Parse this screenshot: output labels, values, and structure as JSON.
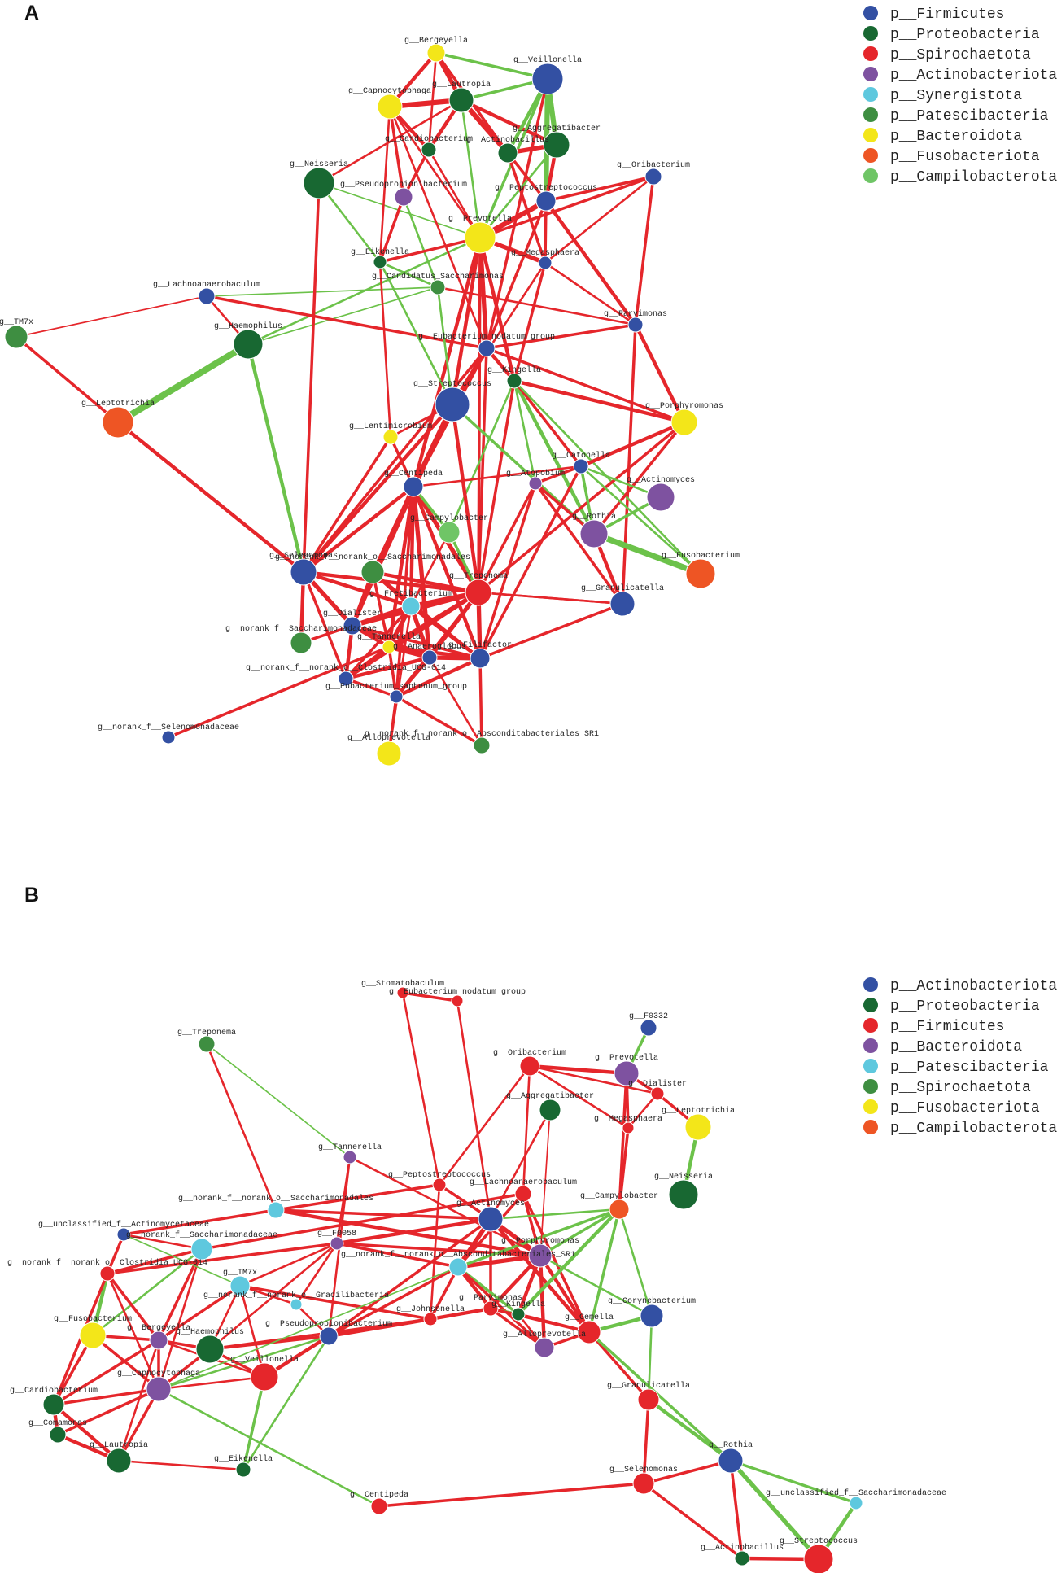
{
  "colors": {
    "positive_edge": "#e5262b",
    "negative_edge": "#6cc24a",
    "blue": "#3350a3",
    "dark_green": "#186832",
    "red": "#e5262b",
    "purple": "#7e52a0",
    "cyan": "#5ec8de",
    "mid_green": "#3e8e41",
    "yellow": "#f3e619",
    "orange": "#ee5524",
    "light_green": "#6fc566"
  },
  "panels": [
    {
      "id": "A",
      "label": "A",
      "legend": [
        {
          "text": "p__Firmicutes",
          "color": "#3350a3"
        },
        {
          "text": "p__Proteobacteria",
          "color": "#186832"
        },
        {
          "text": "p__Spirochaetota",
          "color": "#e5262b"
        },
        {
          "text": "p__Actinobacteriota",
          "color": "#7e52a0"
        },
        {
          "text": "p__Synergistota",
          "color": "#5ec8de"
        },
        {
          "text": "p__Patescibacteria",
          "color": "#3e8e41"
        },
        {
          "text": "p__Bacteroidota",
          "color": "#f3e619"
        },
        {
          "text": "p__Fusobacteriota",
          "color": "#ee5524"
        },
        {
          "text": "p__Campilobacterota",
          "color": "#6fc566"
        }
      ],
      "nodes": [
        {
          "id": "Bergeyella",
          "label": "g__Bergeyella",
          "color": "#f3e619",
          "size": 11
        },
        {
          "id": "Veillonella",
          "label": "g__Veillonella",
          "color": "#3350a3",
          "size": 19
        },
        {
          "id": "Capnocytophaga",
          "label": "g__Capnocytophaga",
          "color": "#f3e619",
          "size": 15
        },
        {
          "id": "Lautropia",
          "label": "g__Lautropia",
          "color": "#186832",
          "size": 15
        },
        {
          "id": "Aggregatibacter",
          "label": "g__Aggregatibacter",
          "color": "#186832",
          "size": 16
        },
        {
          "id": "Cardiobacterium",
          "label": "g__Cardiobacterium",
          "color": "#186832",
          "size": 9
        },
        {
          "id": "Actinobacillus",
          "label": "g__Actinobacillus",
          "color": "#186832",
          "size": 12
        },
        {
          "id": "Neisseria",
          "label": "g__Neisseria",
          "color": "#186832",
          "size": 19
        },
        {
          "id": "Pseudopropionibacterium",
          "label": "g__Pseudopropionibacterium",
          "color": "#7e52a0",
          "size": 11
        },
        {
          "id": "Peptostreptococcus",
          "label": "g__Peptostreptococcus",
          "color": "#3350a3",
          "size": 12
        },
        {
          "id": "Oribacterium",
          "label": "g__Oribacterium",
          "color": "#3350a3",
          "size": 10
        },
        {
          "id": "Prevotella",
          "label": "g__Prevotella",
          "color": "#f3e619",
          "size": 19
        },
        {
          "id": "Eikenella",
          "label": "g__Eikenella",
          "color": "#186832",
          "size": 8
        },
        {
          "id": "Megasphaera",
          "label": "g__Megasphaera",
          "color": "#3350a3",
          "size": 8
        },
        {
          "id": "CandSacch",
          "label": "g__Candidatus_Saccharimonas",
          "color": "#3e8e41",
          "size": 9
        },
        {
          "id": "Lachnoanaerobaculum",
          "label": "g__Lachnoanaerobaculum",
          "color": "#3350a3",
          "size": 10
        },
        {
          "id": "TM7x",
          "label": "g__TM7x",
          "color": "#3e8e41",
          "size": 14
        },
        {
          "id": "Haemophilus",
          "label": "g__Haemophilus",
          "color": "#186832",
          "size": 18
        },
        {
          "id": "Parvimonas",
          "label": "g__Parvimonas",
          "color": "#3350a3",
          "size": 9
        },
        {
          "id": "Eubacterium_nodatum",
          "label": "g__Eubacterium_nodatum_group",
          "color": "#3350a3",
          "size": 10
        },
        {
          "id": "Kingella",
          "label": "g__Kingella",
          "color": "#186832",
          "size": 9
        },
        {
          "id": "Leptotrichia",
          "label": "g__Leptotrichia",
          "color": "#ee5524",
          "size": 19
        },
        {
          "id": "Streptococcus",
          "label": "g__Streptococcus",
          "color": "#3350a3",
          "size": 21
        },
        {
          "id": "Porphyromonas",
          "label": "g__Porphyromonas",
          "color": "#f3e619",
          "size": 16
        },
        {
          "id": "Lentimicrobium",
          "label": "g__Lentimicrobium",
          "color": "#f3e619",
          "size": 9
        },
        {
          "id": "Catonella",
          "label": "g__Catonella",
          "color": "#3350a3",
          "size": 9
        },
        {
          "id": "Actinomyces",
          "label": "g__Actinomyces",
          "color": "#7e52a0",
          "size": 17
        },
        {
          "id": "Centipeda",
          "label": "g__Centipeda",
          "color": "#3350a3",
          "size": 12
        },
        {
          "id": "Atopobium",
          "label": "g__Atopobium",
          "color": "#7e52a0",
          "size": 8
        },
        {
          "id": "Campylobacter",
          "label": "g__Campylobacter",
          "color": "#6fc566",
          "size": 13
        },
        {
          "id": "Rothia",
          "label": "g__Rothia",
          "color": "#7e52a0",
          "size": 17
        },
        {
          "id": "Fusobacterium",
          "label": "g__Fusobacterium",
          "color": "#ee5524",
          "size": 18
        },
        {
          "id": "Selenomonas",
          "label": "g__Selenomonas",
          "color": "#3350a3",
          "size": 16
        },
        {
          "id": "norankSacch",
          "label": "g__norank_f__norank_o__Saccharimonadales",
          "color": "#3e8e41",
          "size": 14
        },
        {
          "id": "Treponema",
          "label": "g__Treponema",
          "color": "#e5262b",
          "size": 16
        },
        {
          "id": "Fretibacterium",
          "label": "g__Fretibacterium",
          "color": "#5ec8de",
          "size": 11
        },
        {
          "id": "Granulicatella",
          "label": "g__Granulicatella",
          "color": "#3350a3",
          "size": 15
        },
        {
          "id": "Dialister",
          "label": "g__Dialister",
          "color": "#3350a3",
          "size": 11
        },
        {
          "id": "norankSaccharimonadaceae",
          "label": "g__norank_f__Saccharimonadaceae",
          "color": "#3e8e41",
          "size": 13
        },
        {
          "id": "Tannerella",
          "label": "g__Tannerella",
          "color": "#f3e619",
          "size": 8
        },
        {
          "id": "Anaeroglobus",
          "label": "g__Anaeroglobus",
          "color": "#3350a3",
          "size": 9
        },
        {
          "id": "Filifactor",
          "label": "g__Filifactor",
          "color": "#3350a3",
          "size": 12
        },
        {
          "id": "ClostridiaUCG",
          "label": "g__norank_f__norank_o__Clostridia_UCG-014",
          "color": "#3350a3",
          "size": 9
        },
        {
          "id": "Eubacterium_saphenum",
          "label": "g__Eubacterium_saphenum_group",
          "color": "#3350a3",
          "size": 8
        },
        {
          "id": "Selenomonadaceae",
          "label": "g__norank_f__Selenomonadaceae",
          "color": "#3350a3",
          "size": 8
        },
        {
          "id": "Alloprevotella",
          "label": "g__Alloprevotella",
          "color": "#f3e619",
          "size": 15
        },
        {
          "id": "SR1",
          "label": "g__norank_f__norank_o__Absconditabacteriales_SR1",
          "color": "#3e8e41",
          "size": 10
        }
      ]
    },
    {
      "id": "B",
      "label": "B",
      "legend": [
        {
          "text": "p__Actinobacteriota",
          "color": "#3350a3"
        },
        {
          "text": "p__Proteobacteria",
          "color": "#186832"
        },
        {
          "text": "p__Firmicutes",
          "color": "#e5262b"
        },
        {
          "text": "p__Bacteroidota",
          "color": "#7e52a0"
        },
        {
          "text": "p__Patescibacteria",
          "color": "#5ec8de"
        },
        {
          "text": "p__Spirochaetota",
          "color": "#3e8e41"
        },
        {
          "text": "p__Fusobacteriota",
          "color": "#f3e619"
        },
        {
          "text": "p__Campilobacterota",
          "color": "#ee5524"
        }
      ],
      "nodes": [
        {
          "id": "Stomatobaculum",
          "label": "g__Stomatobaculum",
          "color": "#e5262b",
          "size": 7
        },
        {
          "id": "Eubacterium_nodatum",
          "label": "g__Eubacterium_nodatum_group",
          "color": "#e5262b",
          "size": 7
        },
        {
          "id": "F0332",
          "label": "g__F0332",
          "color": "#3350a3",
          "size": 10
        },
        {
          "id": "Treponema",
          "label": "g__Treponema",
          "color": "#3e8e41",
          "size": 10
        },
        {
          "id": "Oribacterium",
          "label": "g__Oribacterium",
          "color": "#e5262b",
          "size": 12
        },
        {
          "id": "Prevotella",
          "label": "g__Prevotella",
          "color": "#7e52a0",
          "size": 15
        },
        {
          "id": "Aggregatibacter",
          "label": "g__Aggregatibacter",
          "color": "#186832",
          "size": 13
        },
        {
          "id": "Dialister",
          "label": "g__Dialister",
          "color": "#e5262b",
          "size": 8
        },
        {
          "id": "Leptotrichia",
          "label": "g__Leptotrichia",
          "color": "#f3e619",
          "size": 16
        },
        {
          "id": "Megasphaera",
          "label": "g__Megasphaera",
          "color": "#e5262b",
          "size": 7
        },
        {
          "id": "Neisseria",
          "label": "g__Neisseria",
          "color": "#186832",
          "size": 18
        },
        {
          "id": "Tannerella",
          "label": "g__Tannerella",
          "color": "#7e52a0",
          "size": 8
        },
        {
          "id": "Peptostreptococcus",
          "label": "g__Peptostreptococcus",
          "color": "#e5262b",
          "size": 8
        },
        {
          "id": "Lachnoanaerobaculum",
          "label": "g__Lachnoanaerobaculum",
          "color": "#e5262b",
          "size": 10
        },
        {
          "id": "Campylobacter",
          "label": "g__Campylobacter",
          "color": "#ee5524",
          "size": 12
        },
        {
          "id": "Actinomyces",
          "label": "g__Actinomyces",
          "color": "#3350a3",
          "size": 15
        },
        {
          "id": "norankSacch",
          "label": "g__norank_f__norank_o__Saccharimonadales",
          "color": "#5ec8de",
          "size": 10
        },
        {
          "id": "unclActinomycetaceae",
          "label": "g__unclassified_f__Actinomycetaceae",
          "color": "#3350a3",
          "size": 8
        },
        {
          "id": "norankSaccharimonadaceae",
          "label": "g__norank_f__Saccharimonadaceae",
          "color": "#5ec8de",
          "size": 13
        },
        {
          "id": "F0058",
          "label": "g__F0058",
          "color": "#7e52a0",
          "size": 8
        },
        {
          "id": "Porphyromonas",
          "label": "g__Porphyromonas",
          "color": "#7e52a0",
          "size": 14
        },
        {
          "id": "ClostridiaUCG",
          "label": "g__norank_f__norank_o__Clostridia_UCG-014",
          "color": "#e5262b",
          "size": 9
        },
        {
          "id": "SR1",
          "label": "g__norank_f__norank_o__Absconditabacteriales_SR1",
          "color": "#5ec8de",
          "size": 11
        },
        {
          "id": "TM7x",
          "label": "g__TM7x",
          "color": "#5ec8de",
          "size": 12
        },
        {
          "id": "Gracilibacteria",
          "label": "g__norank_f__norank_o__Gracilibacteria",
          "color": "#5ec8de",
          "size": 7
        },
        {
          "id": "Parvimonas",
          "label": "g__Parvimonas",
          "color": "#e5262b",
          "size": 9
        },
        {
          "id": "Johnsonella",
          "label": "g__Johnsonella",
          "color": "#e5262b",
          "size": 8
        },
        {
          "id": "Corynebacterium",
          "label": "g__Corynebacterium",
          "color": "#3350a3",
          "size": 14
        },
        {
          "id": "Kingella",
          "label": "g__Kingella",
          "color": "#186832",
          "size": 8
        },
        {
          "id": "Gemella",
          "label": "g__Gemella",
          "color": "#e5262b",
          "size": 14
        },
        {
          "id": "Fusobacterium",
          "label": "g__Fusobacterium",
          "color": "#f3e619",
          "size": 16
        },
        {
          "id": "Bergeyella",
          "label": "g__Bergeyella",
          "color": "#7e52a0",
          "size": 11
        },
        {
          "id": "Haemophilus",
          "label": "g__Haemophilus",
          "color": "#186832",
          "size": 17
        },
        {
          "id": "Pseudopropionibacterium",
          "label": "g__Pseudopropionibacterium",
          "color": "#3350a3",
          "size": 11
        },
        {
          "id": "Alloprevotella",
          "label": "g__Alloprevotella",
          "color": "#7e52a0",
          "size": 12
        },
        {
          "id": "Veillonella",
          "label": "g__Veillonella",
          "color": "#e5262b",
          "size": 17
        },
        {
          "id": "Capnocytophaga",
          "label": "g__Capnocytophaga",
          "color": "#7e52a0",
          "size": 15
        },
        {
          "id": "Granulicatella",
          "label": "g__Granulicatella",
          "color": "#e5262b",
          "size": 13
        },
        {
          "id": "Cardiobacterium",
          "label": "g__Cardiobacterium",
          "color": "#186832",
          "size": 13
        },
        {
          "id": "Comamonas",
          "label": "g__Comamonas",
          "color": "#186832",
          "size": 10
        },
        {
          "id": "Lautropia",
          "label": "g__Lautropia",
          "color": "#186832",
          "size": 15
        },
        {
          "id": "Eikenella",
          "label": "g__Eikenella",
          "color": "#186832",
          "size": 9
        },
        {
          "id": "Rothia",
          "label": "g__Rothia",
          "color": "#3350a3",
          "size": 15
        },
        {
          "id": "unclSaccharimonadaceae",
          "label": "g__unclassified_f__Saccharimonadaceae",
          "color": "#5ec8de",
          "size": 8
        },
        {
          "id": "Selenomonas",
          "label": "g__Selenomonas",
          "color": "#e5262b",
          "size": 13
        },
        {
          "id": "Centipeda",
          "label": "g__Centipeda",
          "color": "#e5262b",
          "size": 10
        },
        {
          "id": "Actinobacillus",
          "label": "g__Actinobacillus",
          "color": "#186832",
          "size": 9
        },
        {
          "id": "Streptococcus",
          "label": "g__Streptococcus",
          "color": "#e5262b",
          "size": 18
        }
      ]
    }
  ]
}
